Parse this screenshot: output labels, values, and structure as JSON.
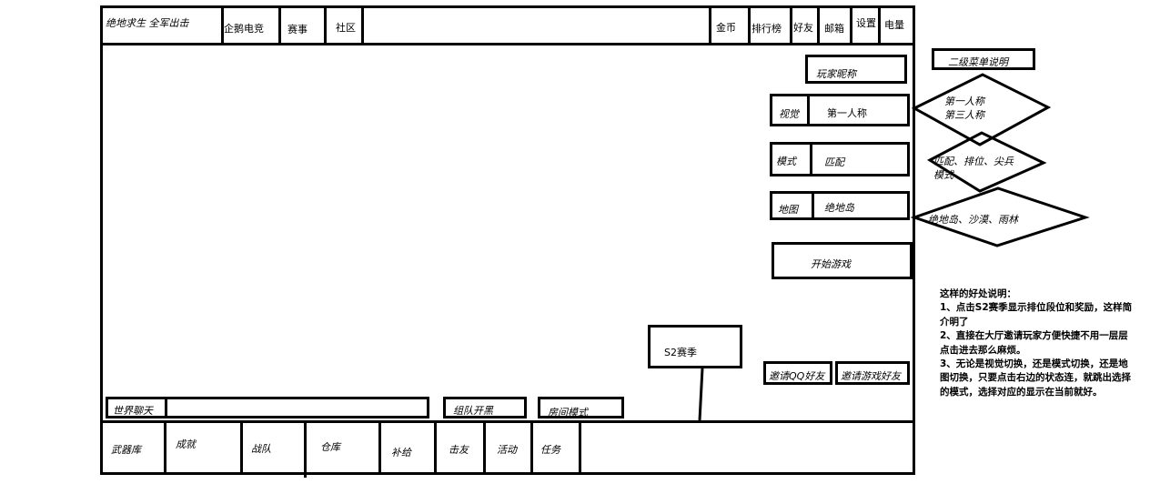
{
  "top_bar": {
    "title": "绝地求生 全军出击",
    "tabs": [
      "企鹅电竞",
      "赛事",
      "社区"
    ],
    "right": [
      "金币",
      "排行榜",
      "好友",
      "邮箱",
      "设置",
      "电量"
    ]
  },
  "right_panel": {
    "nickname": "玩家昵称",
    "view_label": "视觉",
    "view_value": "第一人称",
    "mode_label": "模式",
    "mode_value": "匹配",
    "map_label": "地图",
    "map_value": "绝地岛",
    "start_button": "开始游戏"
  },
  "submenu": {
    "title": "二级菜单说明",
    "view_options": "第一人称\n第三人称",
    "mode_options": "匹配、排位、尖兵\n模式",
    "map_options": "绝地岛、沙漠、雨林"
  },
  "season_button": "S2赛季",
  "invite": {
    "qq": "邀请QQ好友",
    "game": "邀请游戏好友"
  },
  "chat_row": {
    "world_chat": "世界聊天",
    "team": "组队开黑",
    "room": "房间模式"
  },
  "bottom_bar": [
    "武器库",
    "成就",
    "战队",
    "仓库",
    "补给",
    "击友",
    "活动",
    "任务"
  ],
  "note": "这样的好处说明：\n1、点击S2赛季显示排位段位和奖励，这样简介明了\n2、直接在大厅邀请玩家方便快捷不用一层层点击进去那么麻烦。\n3、无论是视觉切换，还是模式切换，还是地图切换，只要点击右边的状态连，就跳出选择的模式，选择对应的显示在当前就好。"
}
